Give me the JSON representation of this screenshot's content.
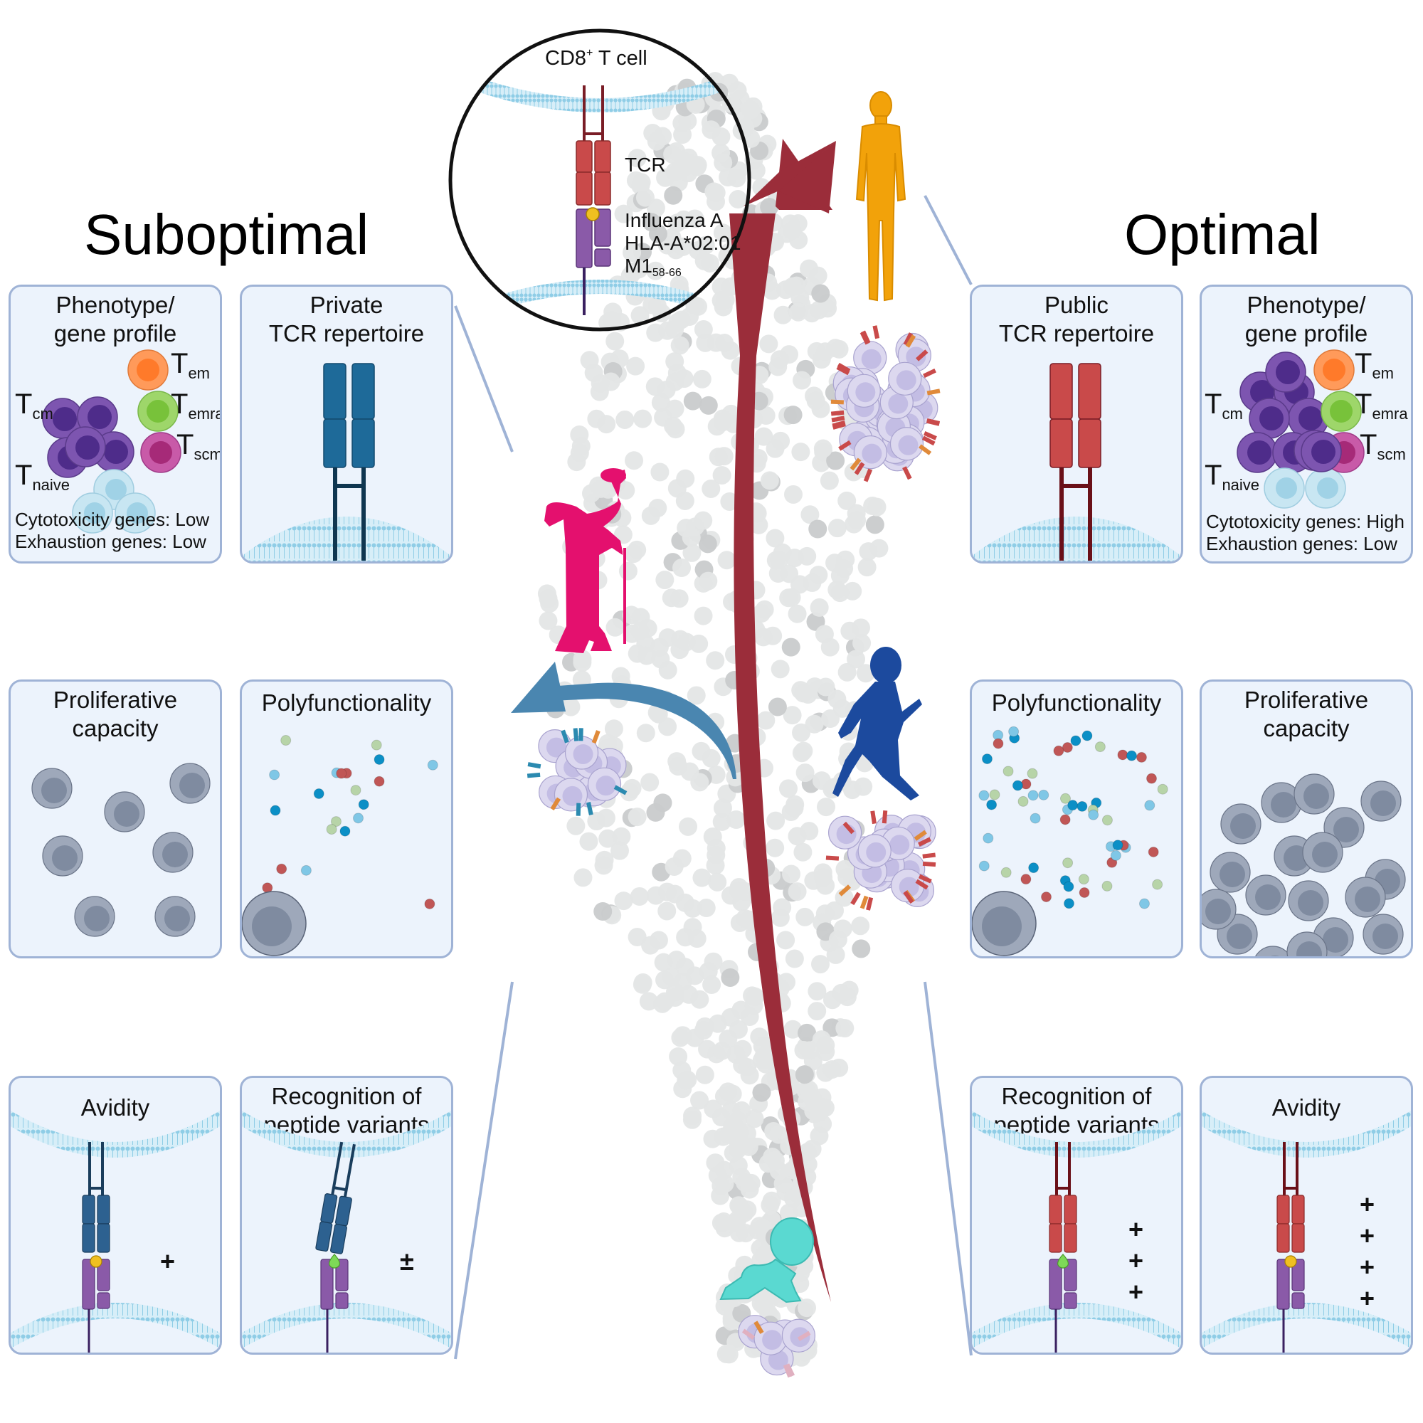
{
  "titles": {
    "suboptimal": "Suboptimal",
    "optimal": "Optimal"
  },
  "inset": {
    "cell_label": "CD8",
    "cell_label_sup": "+",
    "cell_label_suffix": " T cell",
    "tcr_label": "TCR",
    "antigen_line1": "Influenza A",
    "antigen_line2": "HLA-A*02:01",
    "antigen_line3": "M1",
    "antigen_line3_sub": "58-66"
  },
  "subtypes": {
    "em": {
      "T": "T",
      "sub": "em"
    },
    "emra": {
      "T": "T",
      "sub": "emra"
    },
    "scm": {
      "T": "T",
      "sub": "scm"
    },
    "cm": {
      "T": "T",
      "sub": "cm"
    },
    "naive": {
      "T": "T",
      "sub": "naive"
    }
  },
  "suboptimal": {
    "phenotype": {
      "title": "Phenotype/\ngene profile",
      "cytotoxicity": "Cytotoxicity genes: Low",
      "exhaustion": "Exhaustion genes: Low"
    },
    "tcr": {
      "title": "Private\nTCR repertoire"
    },
    "proliferative": {
      "title": "Proliferative\ncapacity",
      "cell_count": 7
    },
    "polyfunctionality": {
      "title": "Polyfunctionality",
      "cytokine_count": 24
    },
    "avidity": {
      "title": "Avidity",
      "rating": "+"
    },
    "recognition": {
      "title": "Recognition of\npeptide variants",
      "rating": "±"
    }
  },
  "optimal": {
    "phenotype": {
      "title": "Phenotype/\ngene profile",
      "cytotoxicity": "Cytotoxicity genes: High",
      "exhaustion": "Exhaustion genes: Low"
    },
    "tcr": {
      "title": "Public\nTCR repertoire"
    },
    "proliferative": {
      "title": "Proliferative\ncapacity",
      "cell_count": 19
    },
    "polyfunctionality": {
      "title": "Polyfunctionality",
      "cytokine_count": 62
    },
    "avidity": {
      "title": "Avidity",
      "rating": [
        "+",
        "+",
        "+",
        "+"
      ]
    },
    "recognition": {
      "title": "Recognition of\npeptide variants",
      "rating": [
        "+",
        "+",
        "+"
      ]
    }
  },
  "figures": [
    "adult-figure",
    "elderly-figure",
    "child-figure",
    "infant-figure"
  ],
  "colors": {
    "suboptimal_tcr": "#2b6a96",
    "optimal_tcr": "#c94a4a",
    "optimal_arrow": "#9b2d3a",
    "suboptimal_arrow": "#4a86b0",
    "adult": "#f2a20a",
    "elderly": "#e4106e",
    "child": "#1c4a9e",
    "infant": "#5ad9d1",
    "panel_bg": "#ecf3fc",
    "panel_border": "#9fb3d6",
    "mhc": "#8a5aa8",
    "peptide_wt": "#f0c020",
    "peptide_variant": "#7ed957"
  }
}
